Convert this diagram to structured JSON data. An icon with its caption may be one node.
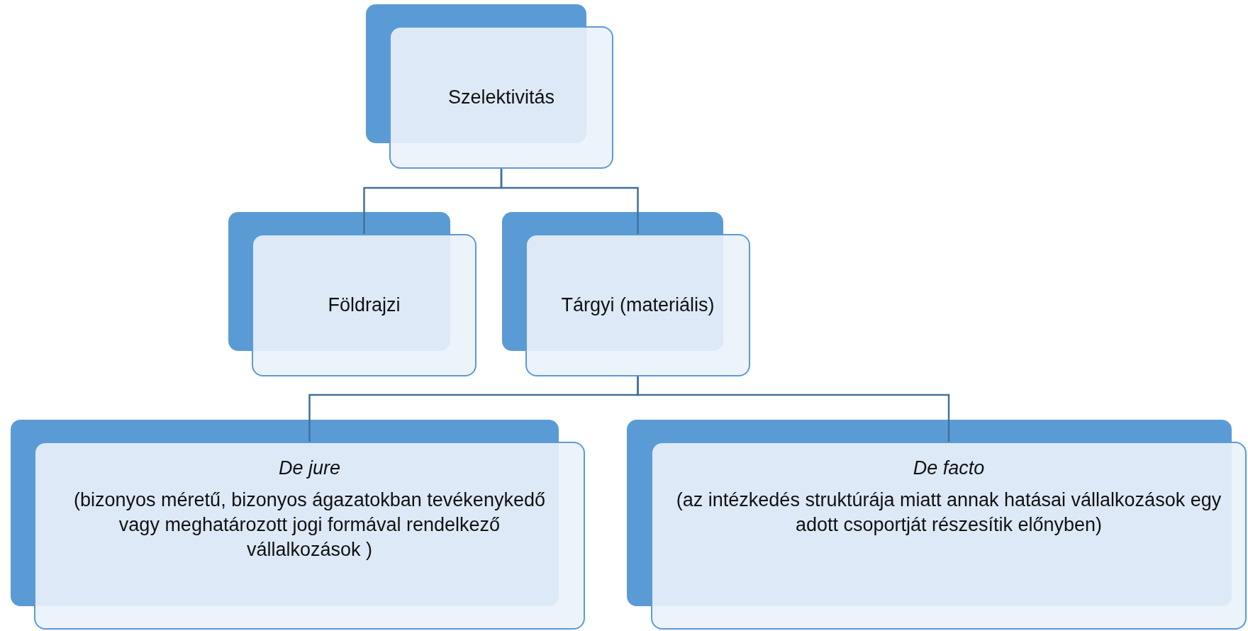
{
  "diagram": {
    "nodes": [
      {
        "text": [
          "Szelektivitás"
        ]
      },
      {
        "text": [
          "Földrajzi"
        ]
      },
      {
        "text": [
          "Tárgyi (materiális)"
        ]
      },
      {
        "text": [
          "De jure",
          "(bizonyos méretű, bizonyos ágazatokban tevékenykedő vagy meghatározott jogi formával rendelkező vállalkozások )"
        ]
      },
      {
        "text": [
          "De facto",
          "(az intézkedés struktúrája miatt annak hatásai vállalkozások egy adott csoportját részesítik előnyben)"
        ]
      }
    ],
    "edges": [
      {
        "from": 0,
        "to": 1,
        "arrow": "none"
      },
      {
        "from": 0,
        "to": 2,
        "arrow": "none"
      },
      {
        "from": 2,
        "to": 3,
        "arrow": "none"
      },
      {
        "from": 2,
        "to": 4,
        "arrow": "none"
      }
    ]
  }
}
